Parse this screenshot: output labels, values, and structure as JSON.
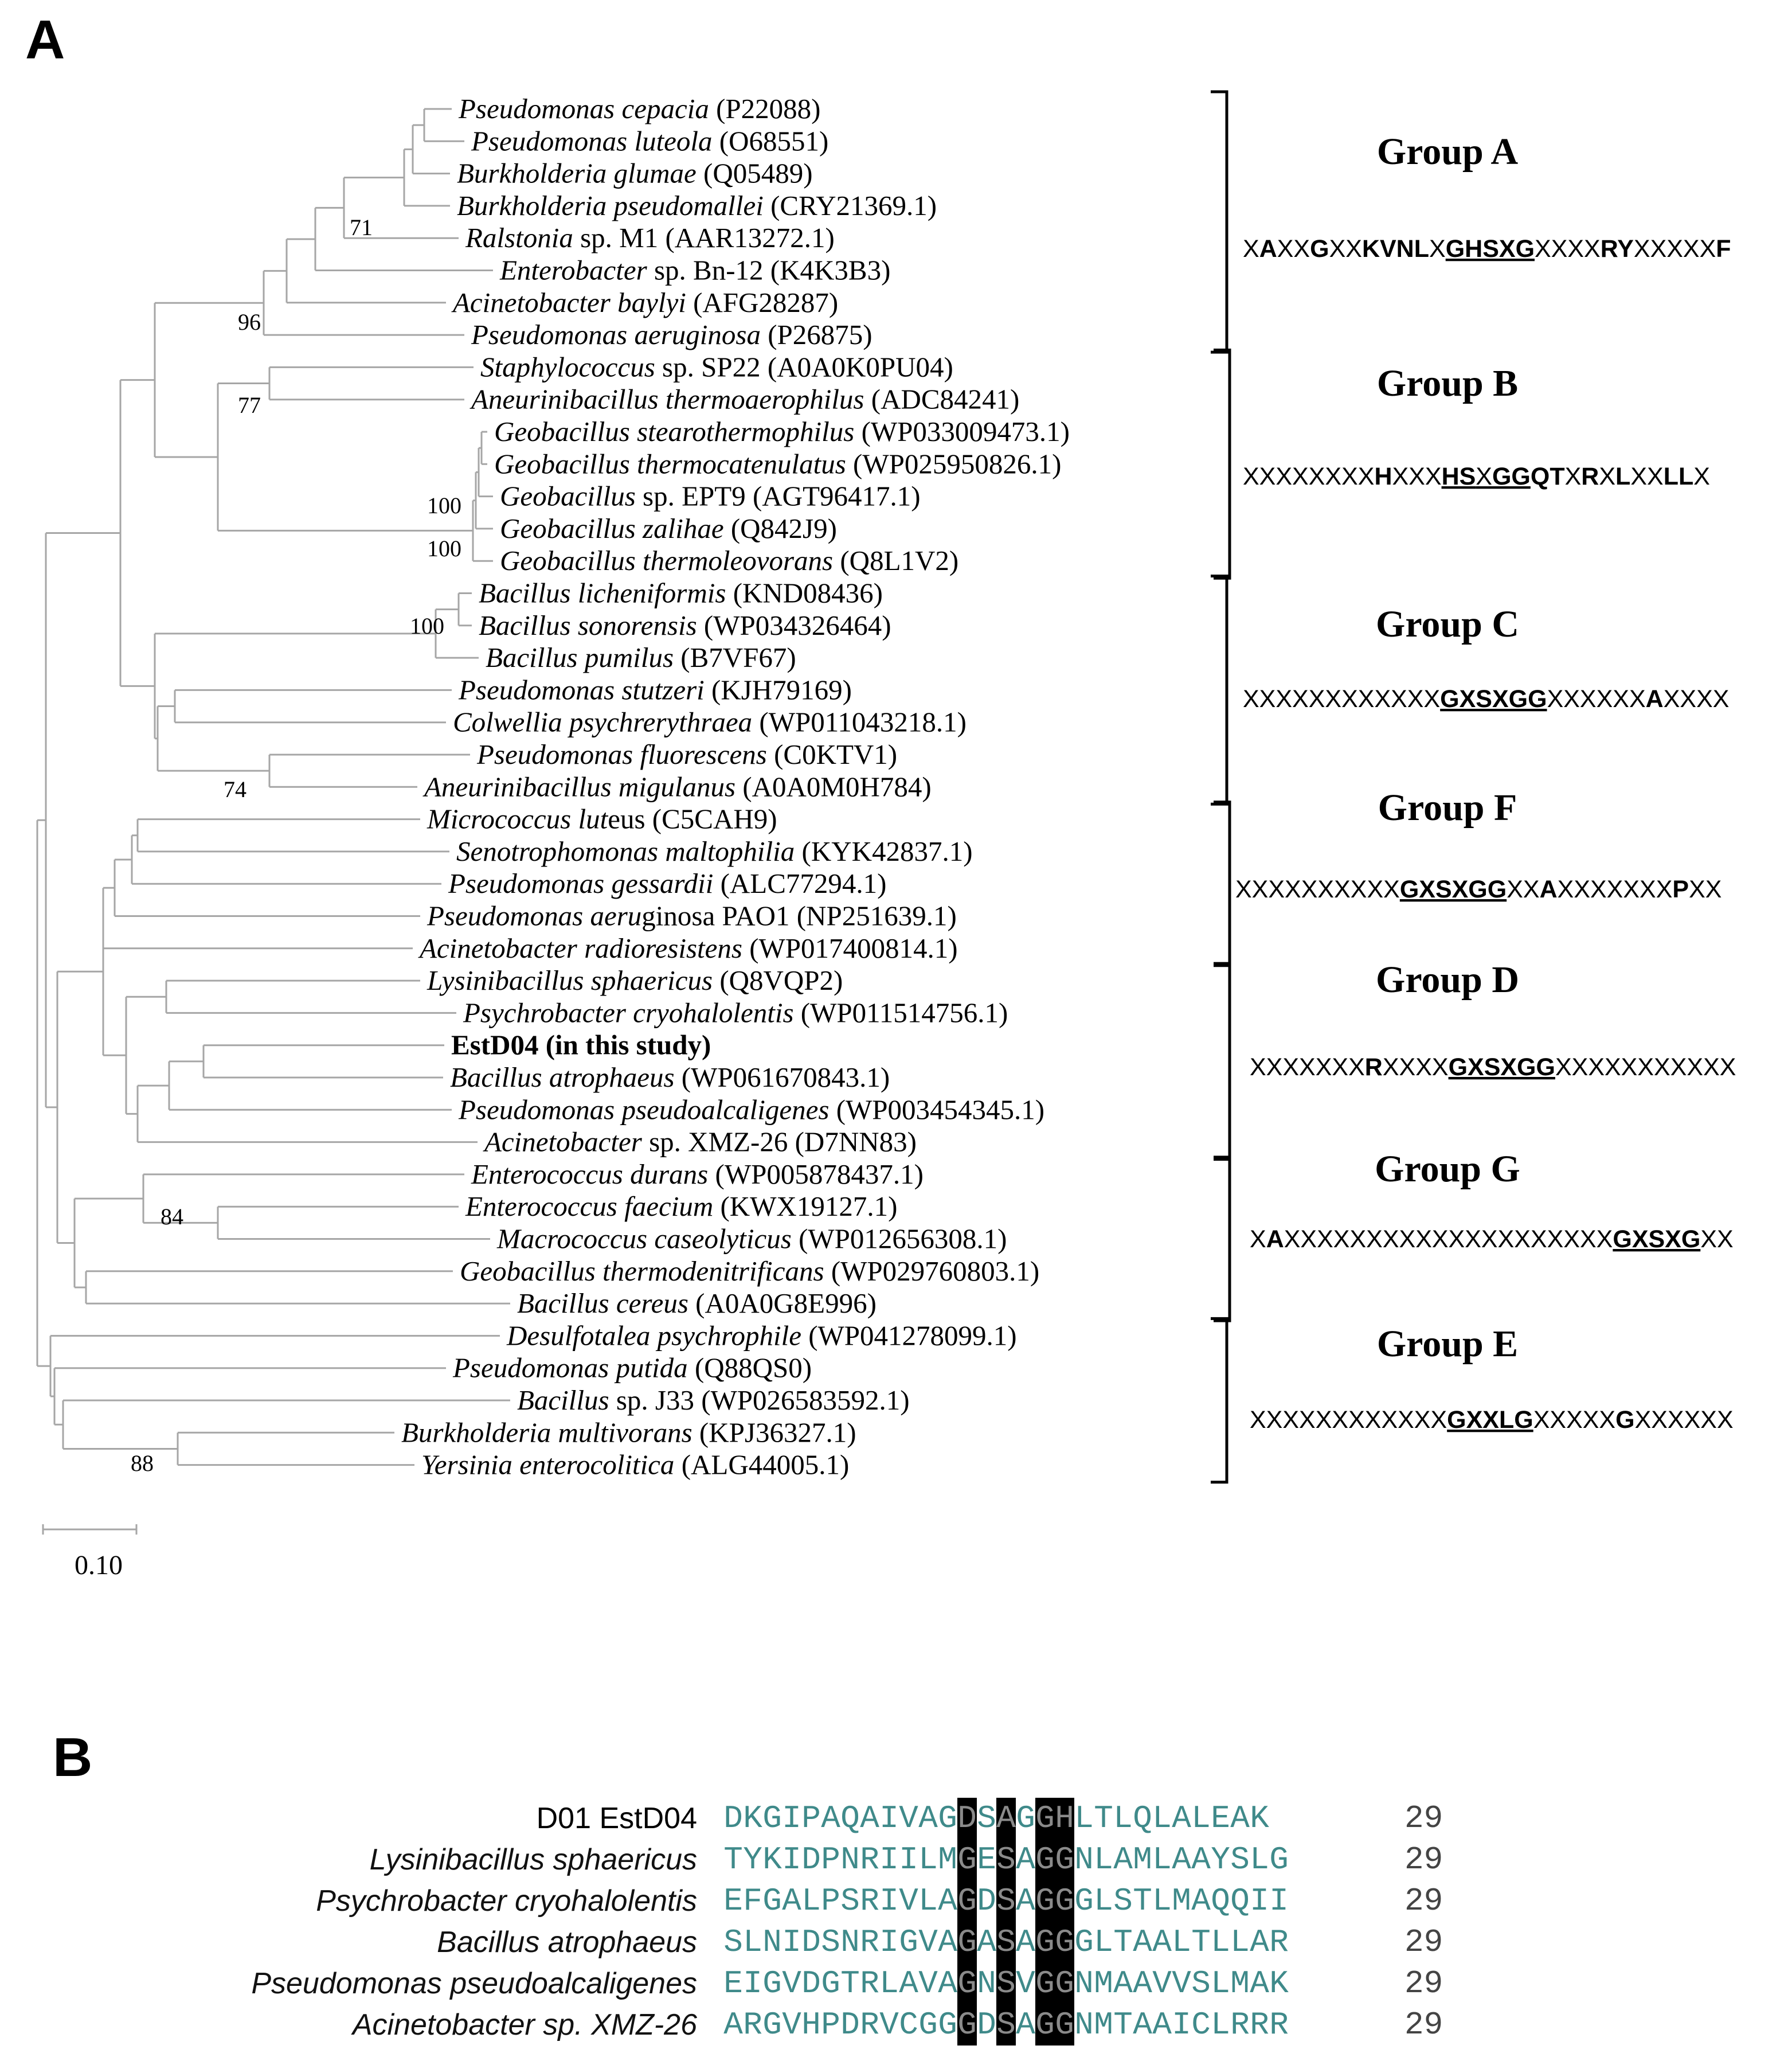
{
  "panel_a": {
    "label": "A",
    "taxa": [
      {
        "genus": "Pseudomonas cepacia",
        "rest": " (P22088)"
      },
      {
        "genus": "Pseudomonas luteola",
        "rest": " (O68551)"
      },
      {
        "genus": "Burkholderia glumae",
        "rest": " (Q05489)"
      },
      {
        "genus": "Burkholderia pseudomallei",
        "rest": " (CRY21369.1)"
      },
      {
        "genus": "Ralstonia",
        "rest": " sp. M1 (AAR13272.1)"
      },
      {
        "genus": "Enterobacter",
        "rest": " sp. Bn-12 (K4K3B3)"
      },
      {
        "genus": "Acinetobacter baylyi",
        "rest": " (AFG28287)"
      },
      {
        "genus": "Pseudomonas aeruginosa",
        "rest": " (P26875)"
      },
      {
        "genus": "Staphylococcus",
        "rest": " sp. SP22 (A0A0K0PU04)"
      },
      {
        "genus": "Aneurinibacillus thermoaerophilus",
        "rest": " (ADC84241)"
      },
      {
        "genus": "Geobacillus stearothermophilus",
        "rest": " (WP033009473.1)"
      },
      {
        "genus": "Geobacillus thermocatenulatus",
        "rest": " (WP025950826.1)"
      },
      {
        "genus": "Geobacillus",
        "rest": " sp. EPT9 (AGT96417.1)"
      },
      {
        "genus": "Geobacillus zalihae",
        "rest": " (Q842J9)"
      },
      {
        "genus": "Geobacillus thermoleovorans",
        "rest": " (Q8L1V2)"
      },
      {
        "genus": "Bacillus licheniformis",
        "rest": " (KND08436)"
      },
      {
        "genus": "Bacillus sonorensis",
        "rest": " (WP034326464)"
      },
      {
        "genus": "Bacillus pumilus",
        "rest": " (B7VF67)"
      },
      {
        "genus": "Pseudomonas stutzeri",
        "rest": " (KJH79169)"
      },
      {
        "genus": "Colwellia psychrerythraea",
        "rest": " (WP011043218.1)"
      },
      {
        "genus": "Pseudomonas fluorescens",
        "rest": " (C0KTV1)"
      },
      {
        "genus": "Aneurinibacillus migulanus",
        "rest": " (A0A0M0H784)"
      },
      {
        "genus": "Micrococcus lut",
        "rest": "eus (C5CAH9)"
      },
      {
        "genus": "Senotrophomonas maltophilia",
        "rest": " (KYK42837.1)"
      },
      {
        "genus": "Pseudomonas gessardii",
        "rest": " (ALC77294.1)"
      },
      {
        "genus": "Pseudomonas aeru",
        "rest": "ginosa PAO1 (NP251639.1)"
      },
      {
        "genus": "Acinetobacter radioresistens",
        "rest": " (WP017400814.1)"
      },
      {
        "genus": "Lysinibacillus sphaericus",
        "rest": " (Q8VQP2)"
      },
      {
        "genus": "Psychrobacter cryohalolentis",
        "rest": " (WP011514756.1)"
      },
      {
        "genus": "",
        "rest": "EstD04  (in this study)"
      },
      {
        "genus": "Bacillus atrophaeus",
        "rest": " (WP061670843.1)"
      },
      {
        "genus": "Pseudomonas pseudoalcaligenes",
        "rest": " (WP003454345.1)"
      },
      {
        "genus": "Acinetobacter",
        "rest": " sp. XMZ-26 (D7NN83)"
      },
      {
        "genus": "Enterococcus durans",
        "rest": " (WP005878437.1)"
      },
      {
        "genus": "Enterococcus faecium",
        "rest": " (KWX19127.1)"
      },
      {
        "genus": "Macrococcus caseolyticus",
        "rest": " (WP012656308.1)"
      },
      {
        "genus": "Geobacillus thermodenitrificans",
        "rest": " (WP029760803.1)"
      },
      {
        "genus": "Bacillus cereus",
        "rest": " (A0A0G8E996)"
      },
      {
        "genus": "Desulfotalea psychrophile",
        "rest": " (WP041278099.1)"
      },
      {
        "genus": "Pseudomonas putida",
        "rest": " (Q88QS0)"
      },
      {
        "genus": "Bacillus",
        "rest": " sp. J33 (WP026583592.1)"
      },
      {
        "genus": "Burkholderia multivorans",
        "rest": " (KPJ36327.1)"
      },
      {
        "genus": "Yersinia enterocolitica",
        "rest": " (ALG44005.1)"
      }
    ],
    "bootstrap": [
      "71",
      "96",
      "77",
      "100",
      "100",
      "100",
      "74",
      "84",
      "88"
    ],
    "groups": [
      {
        "name": "Group A",
        "motif": [
          [
            "X",
            0
          ],
          [
            "A",
            1
          ],
          [
            "XX",
            0
          ],
          [
            "G",
            1
          ],
          [
            "XX",
            0
          ],
          [
            "KVNL",
            1
          ],
          [
            "X",
            0
          ],
          [
            "GHSXG",
            2
          ],
          [
            "XXXX",
            0
          ],
          [
            "RY",
            1
          ],
          [
            "XXXXX",
            0
          ],
          [
            "F",
            1
          ]
        ]
      },
      {
        "name": "Group B",
        "motif": [
          [
            "XXXXXXXX",
            0
          ],
          [
            "H",
            1
          ],
          [
            "XXX",
            0
          ],
          [
            "HS",
            2
          ],
          [
            "X",
            3
          ],
          [
            "GG",
            2
          ],
          [
            "QT",
            1
          ],
          [
            "X",
            0
          ],
          [
            "R",
            1
          ],
          [
            "X",
            0
          ],
          [
            "L",
            1
          ],
          [
            "XX",
            0
          ],
          [
            "LL",
            1
          ],
          [
            "X",
            0
          ]
        ]
      },
      {
        "name": "Group C",
        "motif": [
          [
            "XXXXXXXXXXXX",
            0
          ],
          [
            "GXSXGG",
            2
          ],
          [
            "XXXXXX",
            0
          ],
          [
            "A",
            1
          ],
          [
            "XXXX",
            0
          ]
        ]
      },
      {
        "name": "Group F",
        "motif": [
          [
            "XXXXXXXXXX",
            0
          ],
          [
            "GXSXGG",
            2
          ],
          [
            "XX",
            0
          ],
          [
            "A",
            1
          ],
          [
            "XXXXXXX",
            0
          ],
          [
            "P",
            1
          ],
          [
            "XX",
            0
          ]
        ]
      },
      {
        "name": "Group D",
        "motif": [
          [
            "XXXXXXX",
            0
          ],
          [
            "R",
            1
          ],
          [
            "XXXX",
            0
          ],
          [
            "GXSXGG",
            2
          ],
          [
            "XXXXXXXXXXX",
            0
          ]
        ]
      },
      {
        "name": "Group G",
        "motif": [
          [
            "X",
            0
          ],
          [
            "A",
            1
          ],
          [
            "XXXXXXXXXXXXXXXXXXXX",
            0
          ],
          [
            "GXSXG",
            2
          ],
          [
            "XX",
            0
          ]
        ]
      },
      {
        "name": "Group E",
        "motif": [
          [
            "XXXXXXXXXXXX",
            0
          ],
          [
            "GXXLG",
            2
          ],
          [
            "XXXXX",
            0
          ],
          [
            "G",
            1
          ],
          [
            "XXXXXX",
            0
          ]
        ]
      }
    ],
    "scale_bar_label": "0.10",
    "colors": {
      "branch": "#a6a6a6",
      "bracket": "#000000"
    }
  },
  "panel_b": {
    "label": "B",
    "rows": [
      {
        "name": "D01 EstD04",
        "seq": "DKGIPAQAIVAGDSAGGHLTLQLALEAK",
        "num": "29"
      },
      {
        "name": "Lysinibacillus sphaericus",
        "seq": "TYKIDPNRIILMGESAGGNLAMLAAYSLG",
        "num": "29"
      },
      {
        "name": "Psychrobacter cryohalolentis",
        "seq": "EFGALPSRIVLAGDSAGGGLSTLMAQQII",
        "num": "29"
      },
      {
        "name": "Bacillus atrophaeus",
        "seq": "SLNIDSNRIGVAGASAGGGLTAALTLLAR",
        "num": "29"
      },
      {
        "name": "Pseudomonas pseudoalcaligenes",
        "seq": "EIGVDGTRLAVAGNSVGGNMAAVVSLMAK",
        "num": "29"
      },
      {
        "name": "Acinetobacter sp. XMZ-26",
        "seq": "ARGVHPDRVCGGGDSAGGNMTAAICLRRR",
        "num": "29"
      }
    ],
    "highlight_columns": [
      12,
      14,
      16,
      17
    ],
    "colors": {
      "residue": "#3f8a8a",
      "highlight_bg": "#000000",
      "highlight_fg": "#8a8a8a"
    }
  }
}
